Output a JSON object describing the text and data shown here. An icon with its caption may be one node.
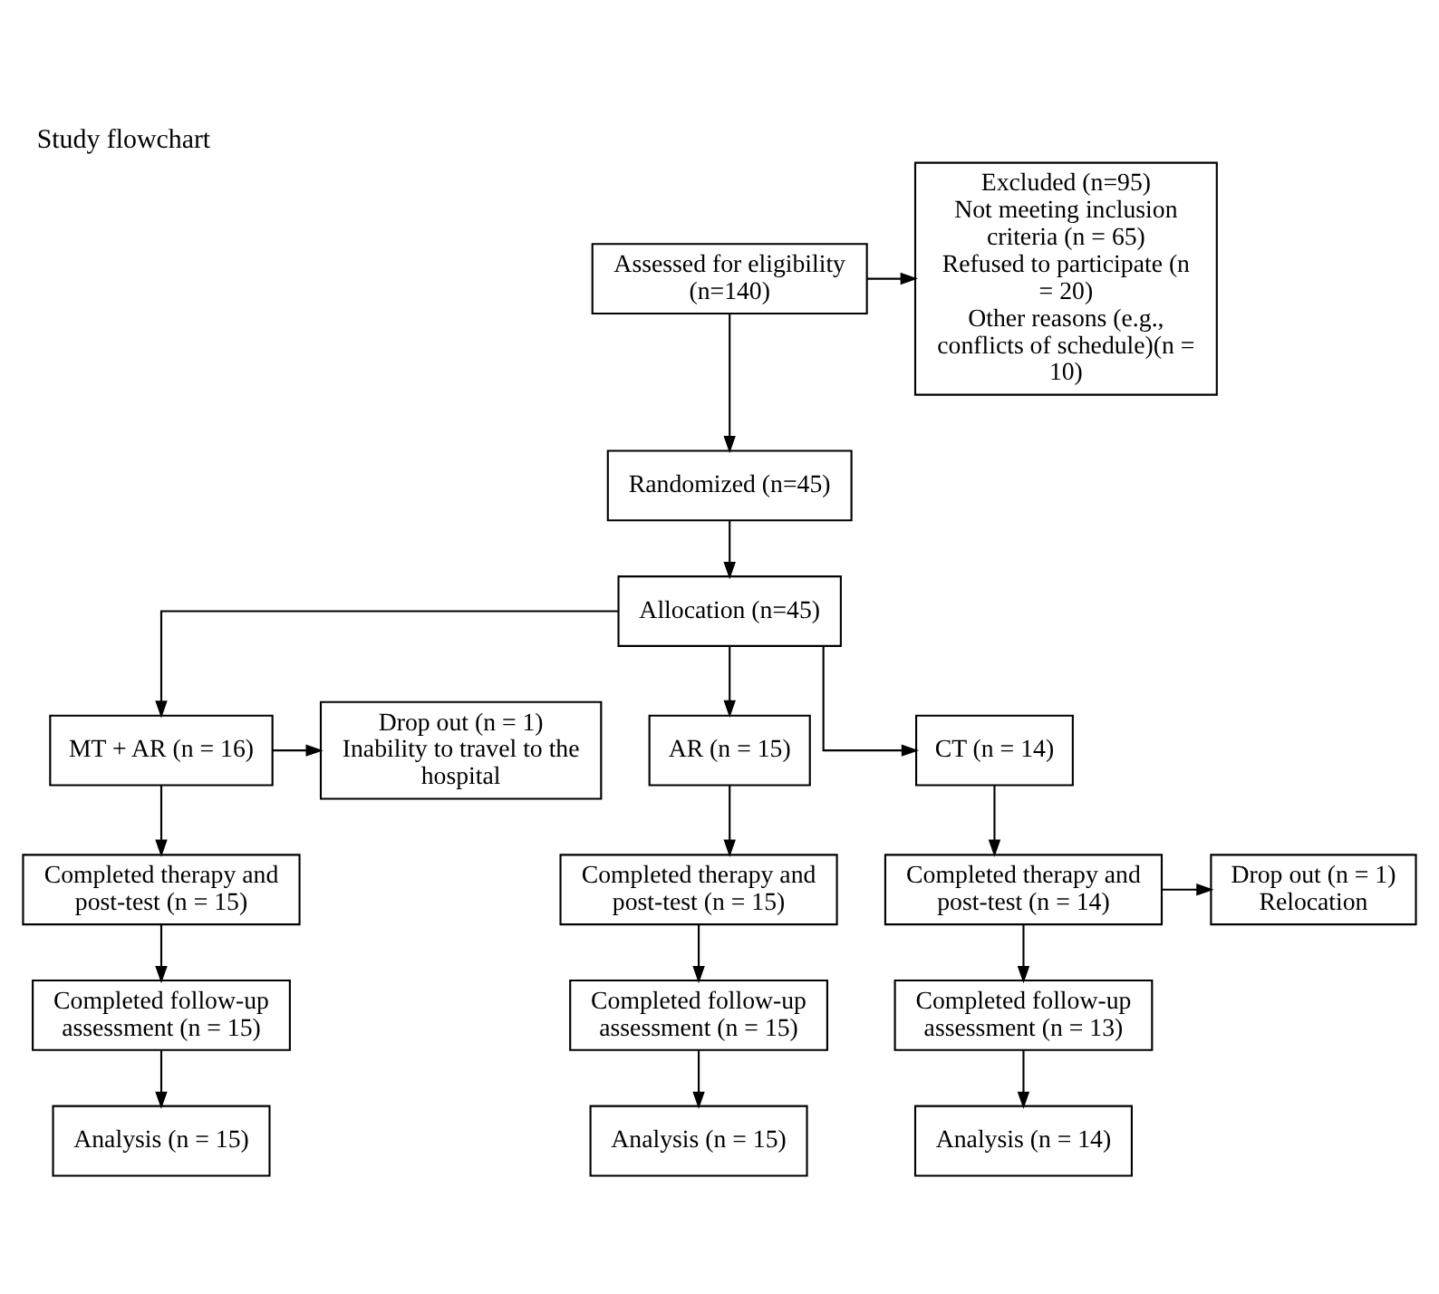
{
  "diagram": {
    "title": "Study flowchart",
    "nodes": [
      {
        "text": [
          "Assessed for eligibility (n=140)"
        ]
      },
      {
        "text": [
          "Excluded (n=95)",
          "Not meeting inclusion criteria (n = 65)",
          "Refused to participate (n = 20)",
          "Other reasons (e.g., conflicts of schedule)(n = 10)"
        ]
      },
      {
        "text": [
          "Randomized (n=45)"
        ]
      },
      {
        "text": [
          "Allocation (n=45)"
        ]
      },
      {
        "text": [
          "MT + AR (n = 16)"
        ]
      },
      {
        "text": [
          "AR (n = 15)"
        ]
      },
      {
        "text": [
          "CT (n = 14)"
        ]
      },
      {
        "text": [
          "Drop out (n = 1)",
          "Inability to travel to the hospital"
        ]
      },
      {
        "text": [
          "Completed therapy and post-test (n = 15)"
        ]
      },
      {
        "text": [
          "Completed therapy and post-test (n = 15)"
        ]
      },
      {
        "text": [
          "Completed therapy and post-test (n = 14)"
        ]
      },
      {
        "text": [
          "Drop out (n = 1)",
          "Relocation"
        ]
      },
      {
        "text": [
          "Completed follow-up assessment (n = 15)"
        ]
      },
      {
        "text": [
          "Completed follow-up assessment (n = 15)"
        ]
      },
      {
        "text": [
          "Completed follow-up assessment (n = 13)"
        ]
      },
      {
        "text": [
          "Analysis (n = 15)"
        ]
      },
      {
        "text": [
          "Analysis (n = 15)"
        ]
      },
      {
        "text": [
          "Analysis (n = 14)"
        ]
      }
    ],
    "edges": [
      {
        "from": 0,
        "to": 2,
        "arrow": "to"
      },
      {
        "from": 0,
        "to": 1,
        "arrow": "to"
      },
      {
        "from": 2,
        "to": 3,
        "arrow": "to"
      },
      {
        "from": 3,
        "to": 4,
        "arrow": "to"
      },
      {
        "from": 3,
        "to": 5,
        "arrow": "to"
      },
      {
        "from": 3,
        "to": 6,
        "arrow": "to"
      },
      {
        "from": 4,
        "to": 7,
        "arrow": "to"
      },
      {
        "from": 4,
        "to": 8,
        "arrow": "to"
      },
      {
        "from": 5,
        "to": 9,
        "arrow": "to"
      },
      {
        "from": 6,
        "to": 10,
        "arrow": "to"
      },
      {
        "from": 10,
        "to": 11,
        "arrow": "to"
      },
      {
        "from": 8,
        "to": 12,
        "arrow": "to"
      },
      {
        "from": 9,
        "to": 13,
        "arrow": "to"
      },
      {
        "from": 10,
        "to": 14,
        "arrow": "to"
      },
      {
        "from": 12,
        "to": 15,
        "arrow": "to"
      },
      {
        "from": 13,
        "to": 16,
        "arrow": "to"
      },
      {
        "from": 14,
        "to": 17,
        "arrow": "to"
      }
    ]
  }
}
